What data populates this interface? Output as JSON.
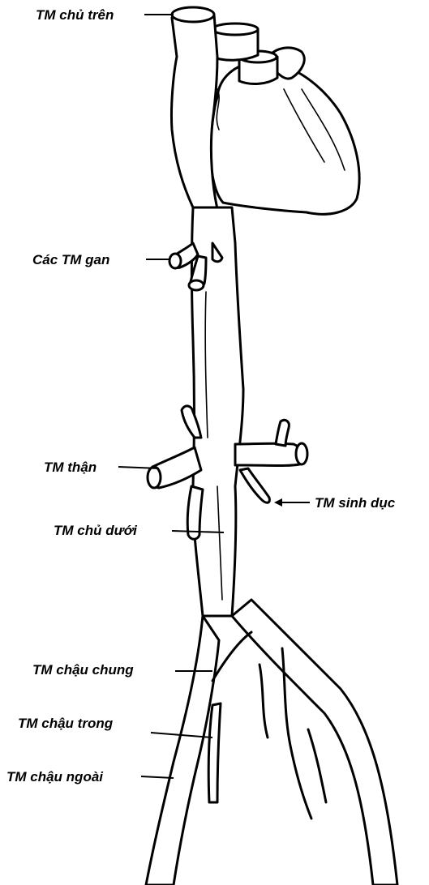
{
  "labels": {
    "svc": "TM chủ trên",
    "hepatic": "Các TM gan",
    "renal": "TM thận",
    "gonadal": "TM sinh dục",
    "ivc": "TM chủ dưới",
    "common_iliac": "TM chậu chung",
    "internal_iliac": "TM chậu trong",
    "external_iliac": "TM chậu ngoài"
  }
}
